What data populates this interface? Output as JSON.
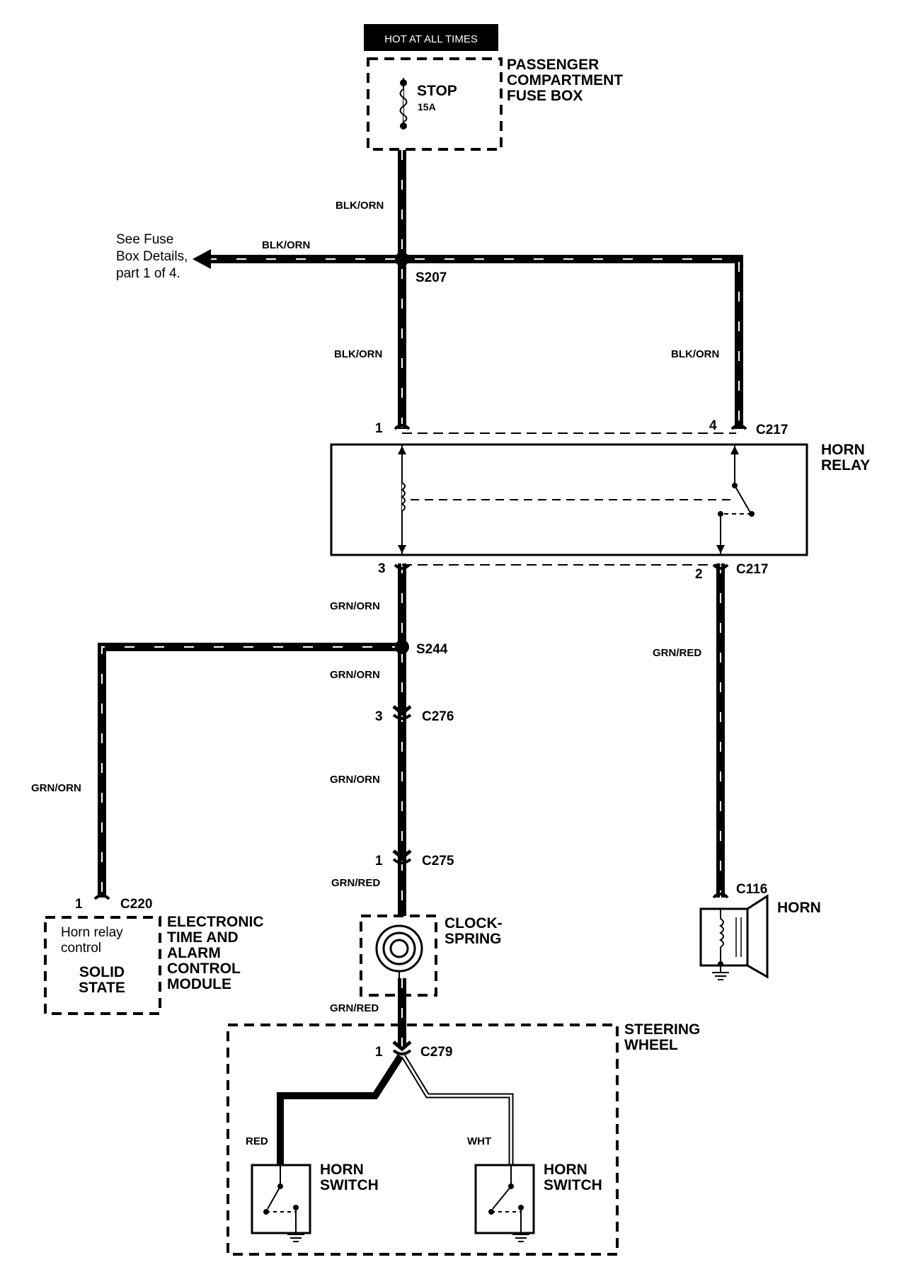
{
  "power_banner": "HOT AT ALL TIMES",
  "fuse_box": {
    "label": [
      "PASSENGER",
      "COMPARTMENT",
      "FUSE BOX"
    ],
    "fuse_name": "STOP",
    "fuse_rating": "15A"
  },
  "wires": {
    "blk_orn": "BLK/ORN",
    "grn_orn": "GRN/ORN",
    "grn_red": "GRN/RED",
    "red": "RED",
    "wht": "WHT"
  },
  "see_fuse_note": [
    "See Fuse",
    "Box Details,",
    "part 1 of 4."
  ],
  "splices": {
    "s207": "S207",
    "s244": "S244"
  },
  "connectors": {
    "c217": "C217",
    "c276": "C276",
    "c275": "C275",
    "c220": "C220",
    "c116": "C116",
    "c279": "C279"
  },
  "pins": {
    "p1": "1",
    "p2": "2",
    "p3": "3",
    "p4": "4"
  },
  "horn_relay": [
    "HORN",
    "RELAY"
  ],
  "module": {
    "label": [
      "ELECTRONIC",
      "TIME AND",
      "ALARM",
      "CONTROL",
      "MODULE"
    ],
    "inner_line1": "Horn relay",
    "inner_line2": "control",
    "state_line1": "SOLID",
    "state_line2": "STATE"
  },
  "clockspring": [
    "CLOCK-",
    "SPRING"
  ],
  "horn": "HORN",
  "steering_wheel": [
    "STEERING",
    "WHEEL"
  ],
  "horn_switch": [
    "HORN",
    "SWITCH"
  ]
}
